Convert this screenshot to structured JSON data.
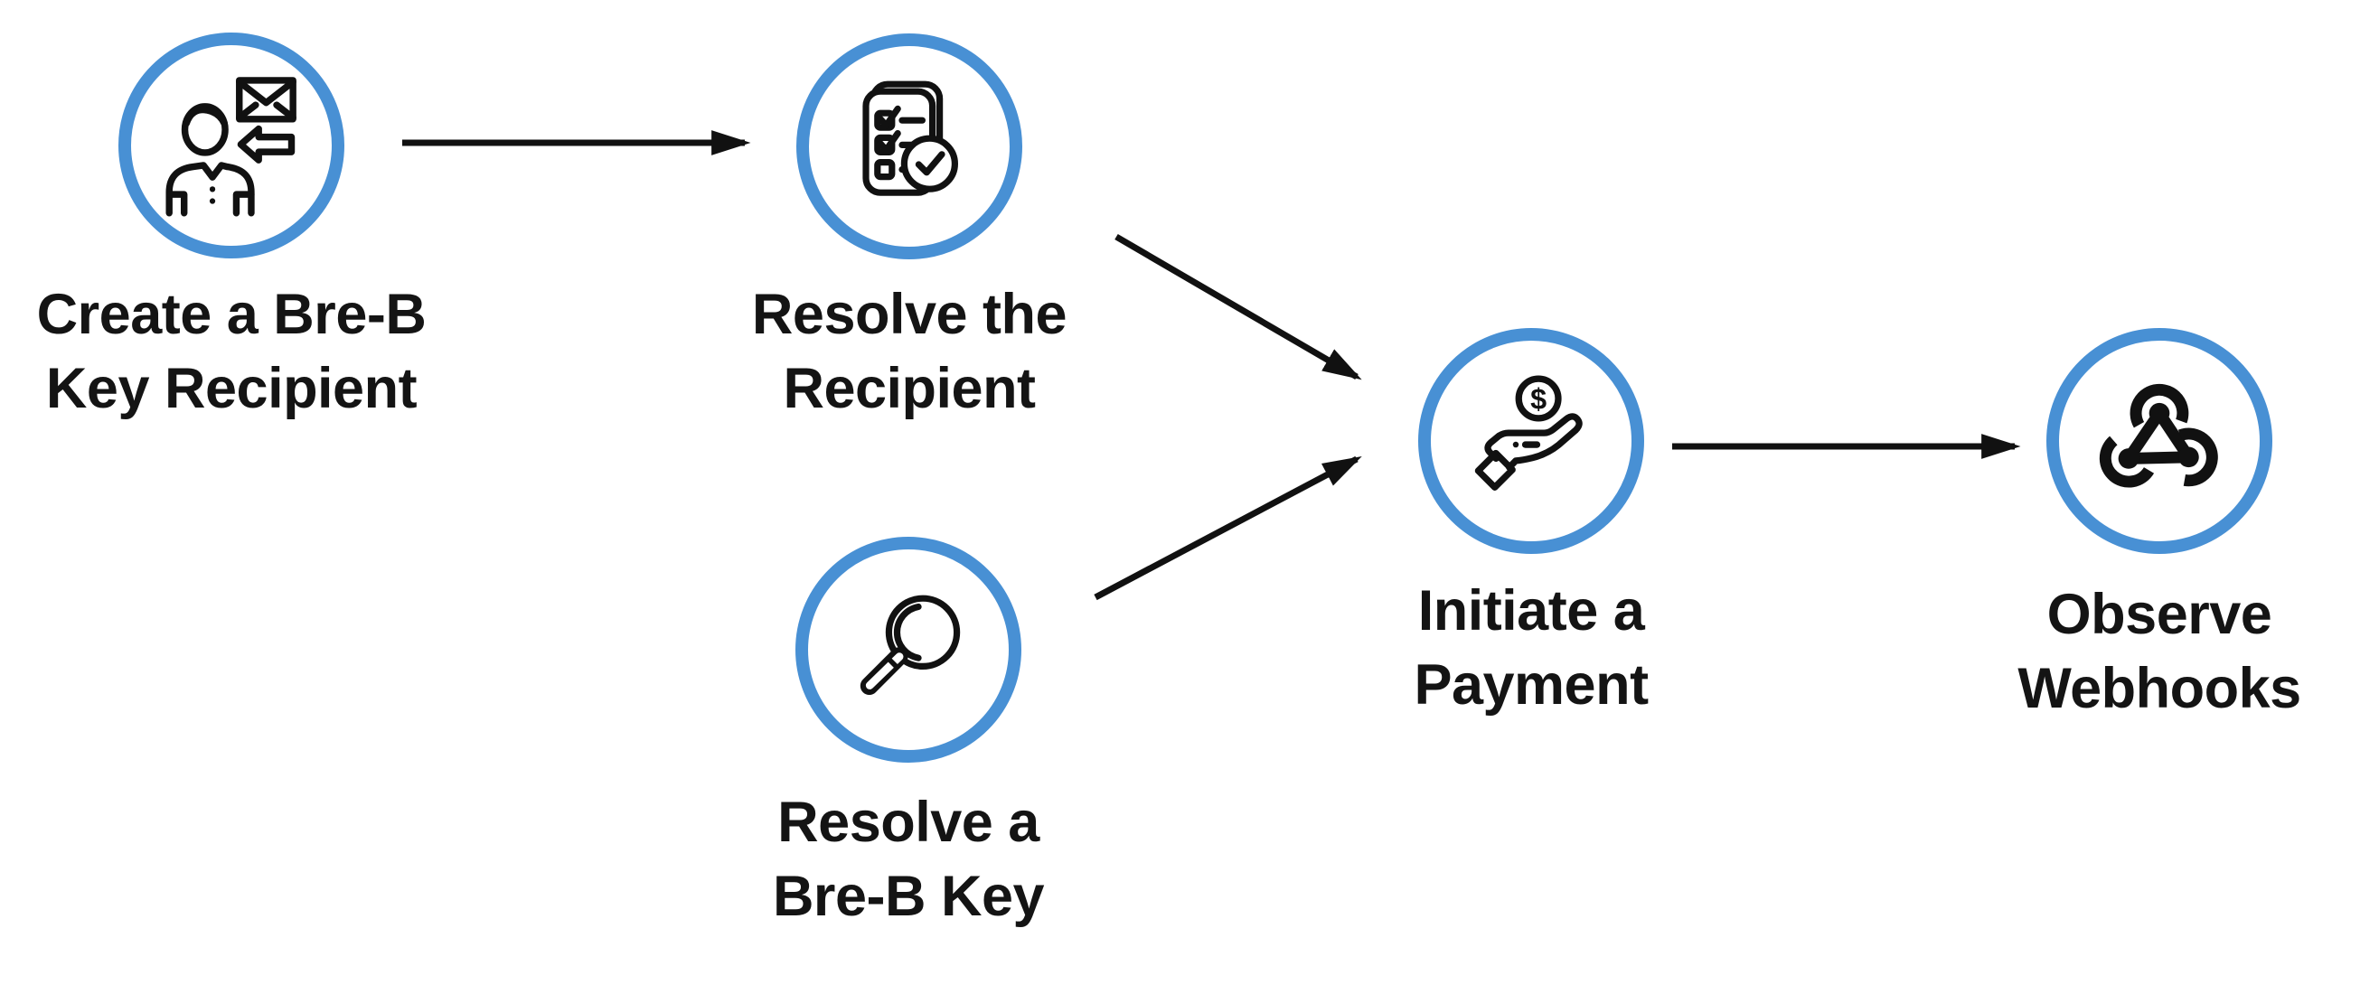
{
  "diagram": {
    "background_color": "#ffffff",
    "accent_color": "#4890d4",
    "line_color": "#111111",
    "nodes": [
      {
        "id": "create-breb-key-recipient",
        "icon": "user-envelope-icon",
        "label_line1": "Create a Bre-B",
        "label_line2": "Key Recipient"
      },
      {
        "id": "resolve-the-recipient",
        "icon": "checklist-check-icon",
        "label_line1": "Resolve the",
        "label_line2": "Recipient"
      },
      {
        "id": "resolve-a-breb-key",
        "icon": "magnifier-icon",
        "label_line1": "Resolve a",
        "label_line2": "Bre-B Key"
      },
      {
        "id": "initiate-a-payment",
        "icon": "hand-coin-icon",
        "label_line1": "Initiate a",
        "label_line2": "Payment",
        "coin_symbol": "$"
      },
      {
        "id": "observe-webhooks",
        "icon": "webhook-icon",
        "label_line1": "Observe",
        "label_line2": "Webhooks"
      }
    ],
    "edges": [
      {
        "from": "create-breb-key-recipient",
        "to": "resolve-the-recipient"
      },
      {
        "from": "resolve-the-recipient",
        "to": "initiate-a-payment"
      },
      {
        "from": "resolve-a-breb-key",
        "to": "initiate-a-payment"
      },
      {
        "from": "initiate-a-payment",
        "to": "observe-webhooks"
      }
    ]
  }
}
